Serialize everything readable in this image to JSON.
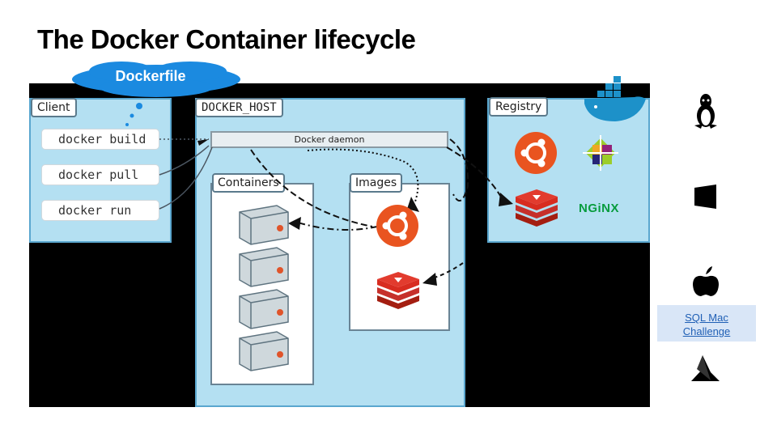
{
  "title": "The Docker Container lifecycle",
  "dockerfile": {
    "label": "Dockerfile"
  },
  "client": {
    "label": "Client",
    "commands": [
      "docker build",
      "docker pull",
      "docker run"
    ]
  },
  "host": {
    "label": "DOCKER_HOST",
    "daemon": "Docker daemon",
    "containers_label": "Containers",
    "images_label": "Images"
  },
  "registry": {
    "label": "Registry",
    "nginx": "NGiNX"
  },
  "sidebar": {
    "icons": [
      "linux-icon",
      "windows-icon",
      "apple-icon",
      "azure-icon"
    ],
    "sql_link_line1": "SQL Mac",
    "sql_link_line2": "Challenge"
  },
  "colors": {
    "box_fill": "#b4e0f2",
    "cloud": "#1b8ae0",
    "ubuntu": "#e95420",
    "redis": "#d82c20",
    "nginx": "#089c3e"
  }
}
